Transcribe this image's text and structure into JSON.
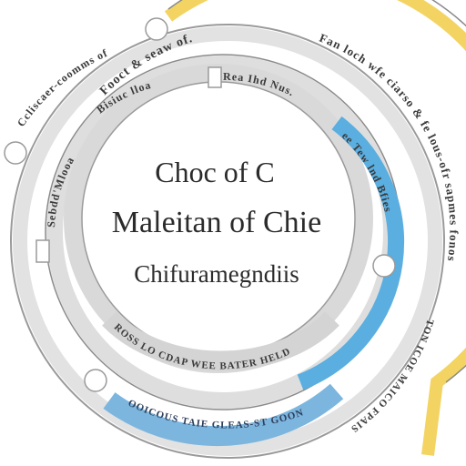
{
  "center": {
    "line1": "Choc of C",
    "line2": "Maleitan of Chie",
    "line3": "Chifuramegndiis"
  },
  "rings": {
    "outer_top_label": "Fooct & seaw of.",
    "outer_right_label": "Fan loch wfe ciarso & fe lous-ofr sapmes fonos",
    "outer_left_label": "Ccliscaer-coomms of",
    "inner_top_label": "Bisiuc lloa",
    "inner_top_right_label": "Rea Ihd Nus.",
    "inner_right_label": "ee Tew lnd Bfies",
    "inner_left_label": "Sebdd'Mlooa",
    "lower_arc_label": "ROSS LO CDAP WEE BATER HELD",
    "bottom_label": "OOICOUS TAIE GLEAS-ST GOON",
    "outer_bottom_right_label": "TON ICOE MAICO FPAIS"
  },
  "colors": {
    "gray_ring": "#d7d7d7",
    "gray_ring_edge": "#8a8a8a",
    "blue_ring": "#5aaee0",
    "yellow_ring": "#f3d463",
    "text_dark": "#2b2b2b"
  }
}
